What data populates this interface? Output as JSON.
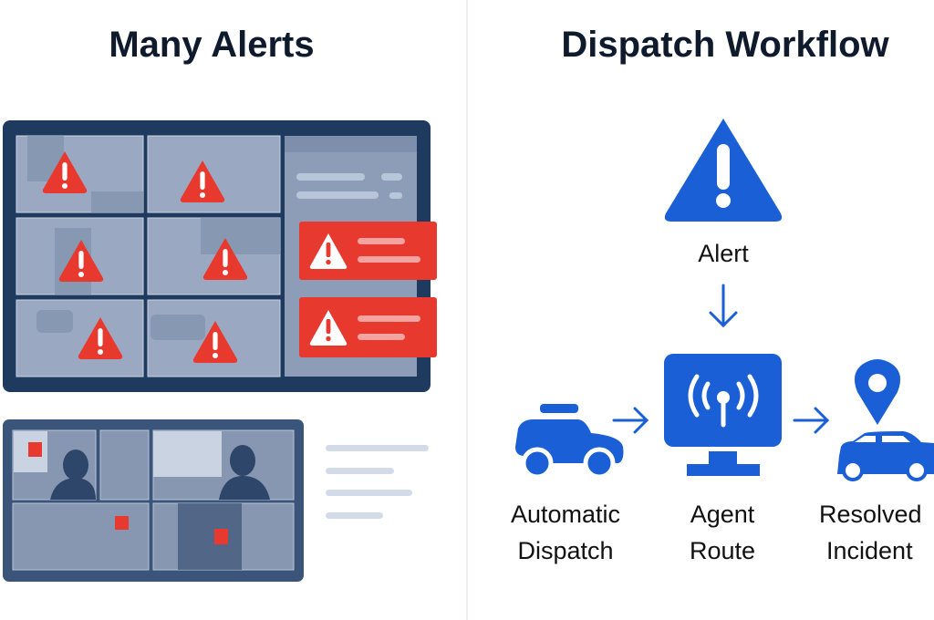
{
  "left": {
    "title": "Many Alerts"
  },
  "right": {
    "title": "Dispatch Workflow",
    "steps": {
      "alert": "Alert",
      "dispatch": [
        "Automatic",
        "Dispatch"
      ],
      "agent": [
        "Agent",
        "Route"
      ],
      "resolved": [
        "Resolved",
        "Incident"
      ]
    }
  },
  "colors": {
    "accent": "#1a5fd6",
    "alert_red": "#e8392f",
    "monitor": "#1f3a5f",
    "cell": "#8d9db7"
  }
}
